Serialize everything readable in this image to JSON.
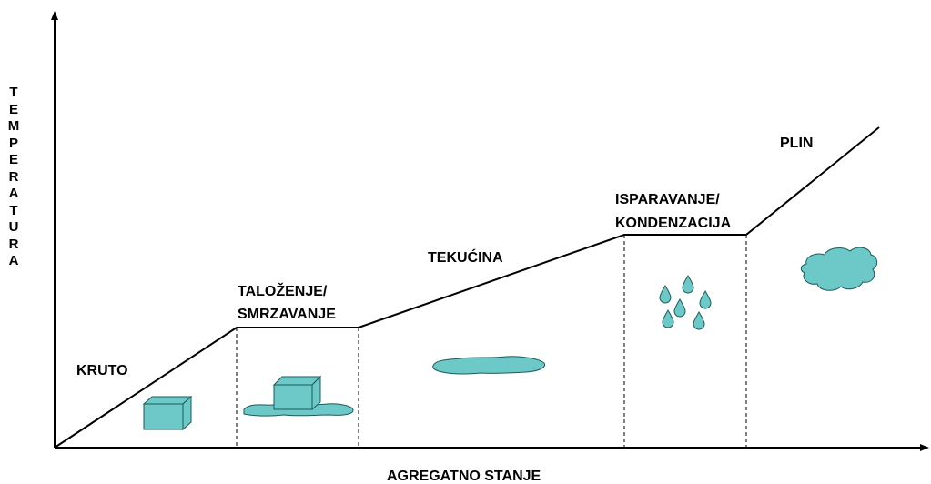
{
  "axes": {
    "y_label_letters": [
      "T",
      "E",
      "M",
      "P",
      "E",
      "R",
      "A",
      "T",
      "U",
      "R",
      "A"
    ],
    "x_label": "AGREGATNO STANJE"
  },
  "segments": {
    "solid": "KRUTO",
    "melting_line1": "TALOŽENJE/",
    "melting_line2": "SMRZAVANJE",
    "liquid": "TEKUĆINA",
    "boiling_line1": "ISPARAVANJE/",
    "boiling_line2": "KONDENZACIJA",
    "gas": "PLIN"
  },
  "colors": {
    "shape_fill": "#6cc9c7",
    "shape_stroke": "#1d5a5a",
    "line": "#000000"
  },
  "icons": [
    "ice-cube-icon",
    "melting-cube-icon",
    "puddle-icon",
    "droplets-icon",
    "cloud-icon"
  ]
}
